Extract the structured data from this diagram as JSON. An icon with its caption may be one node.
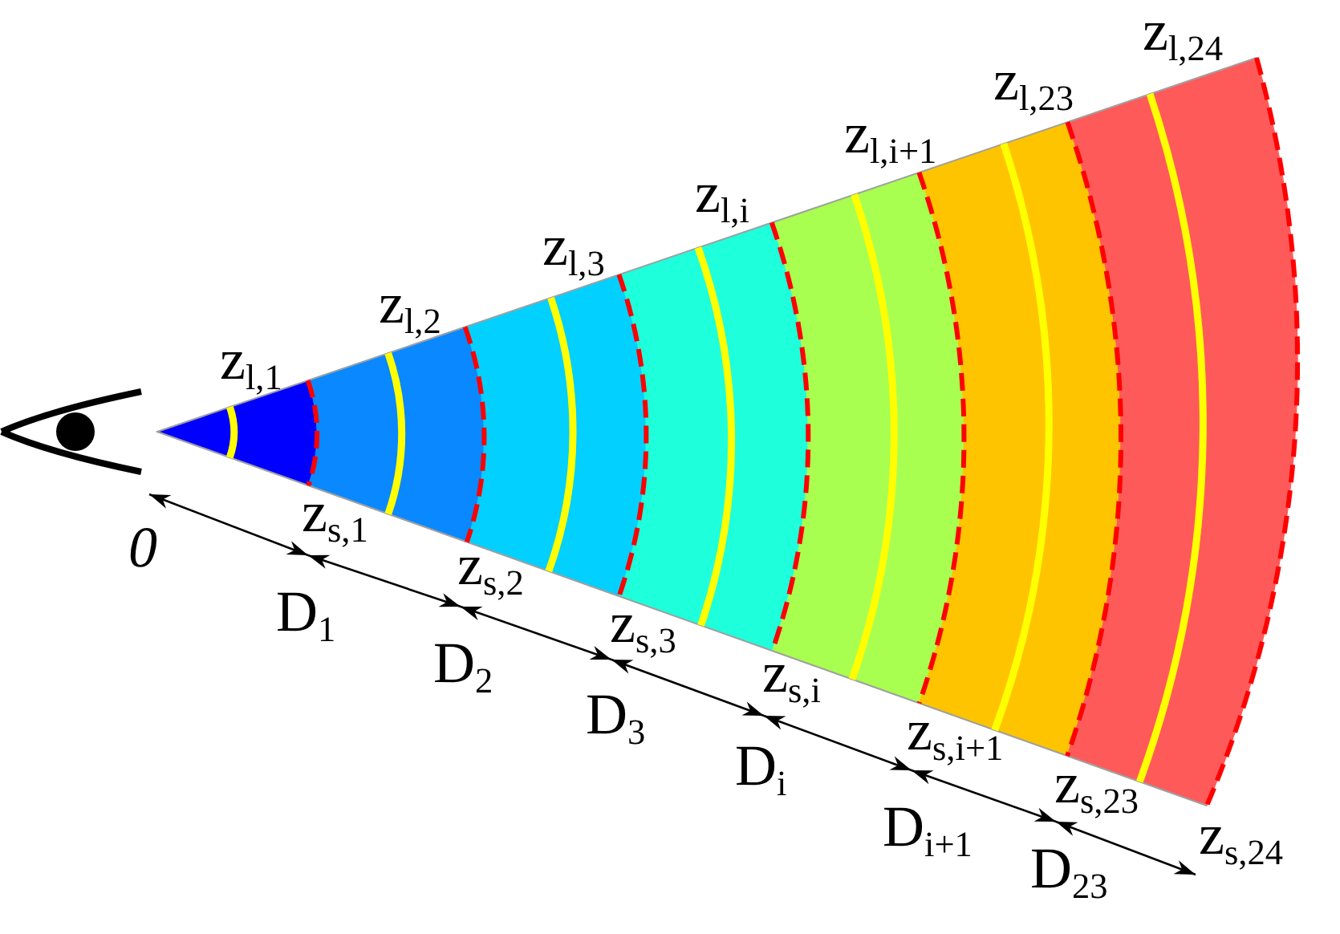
{
  "diagram": {
    "labels": [
      "z$_{l,1}$",
      "z$_{l,2}$",
      "z$_{l,3}$",
      "z$_{l,i}$",
      "z$_{l,i+1}$",
      "z$_{l,23}$",
      "z$_{l,24}$",
      "0",
      "z$_{s,1}$",
      "D$_{1}$",
      "z$_{s,2}$",
      "D$_{2}$",
      "z$_{s,3}$",
      "D$_{3}$",
      "z$_{s,i}$",
      "D$_{i}$",
      "z$_{s,i+1}$",
      "D$_{i+1}$",
      "z$_{s,23}$",
      "D$_{23}$",
      "z$_{s,24}$"
    ]
  }
}
